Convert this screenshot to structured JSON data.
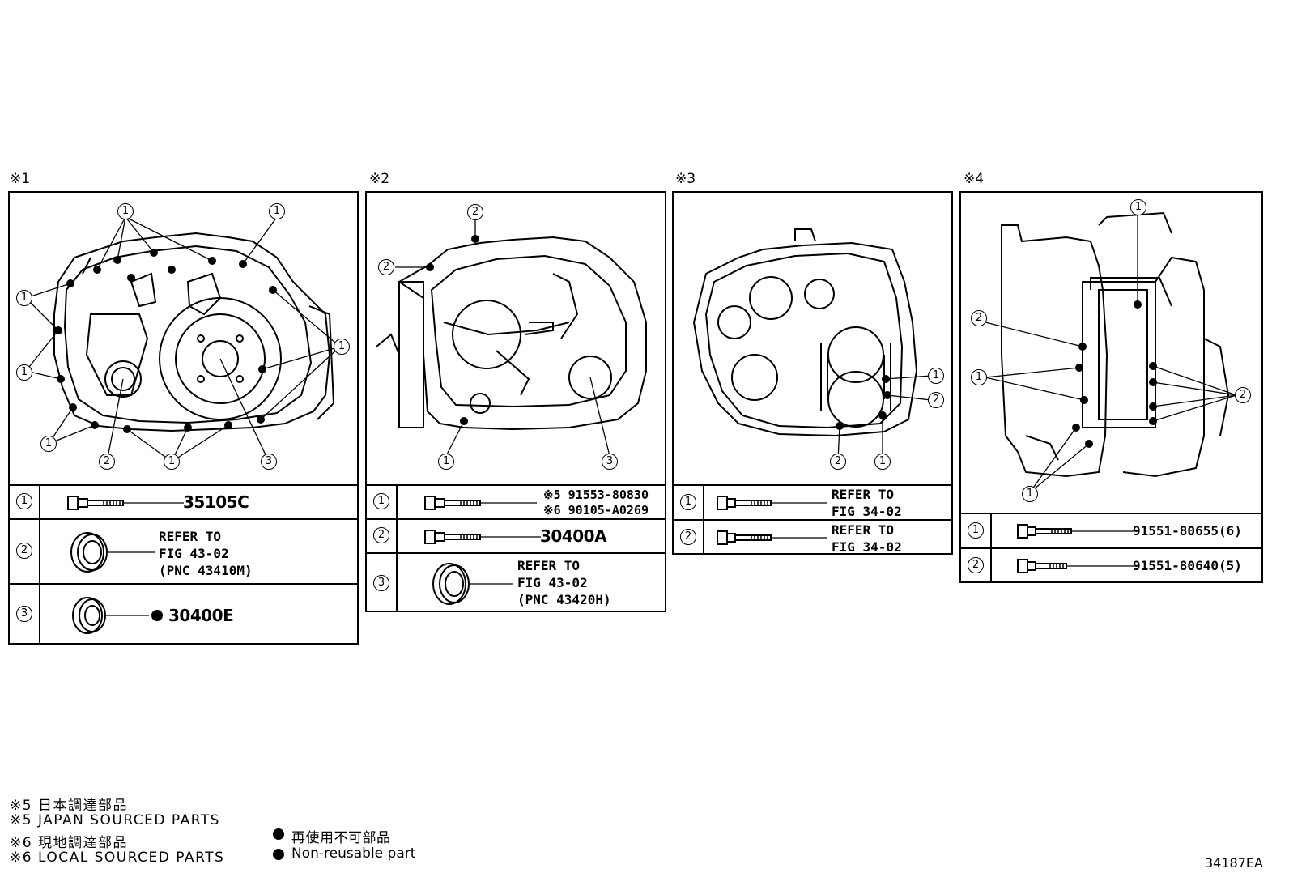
{
  "panels": [
    {
      "label": "※1"
    },
    {
      "label": "※2"
    },
    {
      "label": "※3"
    },
    {
      "label": "※4"
    }
  ],
  "callout_numbers": [
    "1",
    "2",
    "3"
  ],
  "panel1_rows": [
    {
      "num": "1",
      "part": "35105C"
    },
    {
      "num": "2",
      "part": "REFER TO\nFIG 43-02\n(PNC 43410M)"
    },
    {
      "num": "3",
      "part": "30400E"
    }
  ],
  "panel2_rows": [
    {
      "num": "1",
      "part_a": "※5 91553-80830",
      "part_b": "※6 90105-A0269"
    },
    {
      "num": "2",
      "part": "30400A"
    },
    {
      "num": "3",
      "part": "REFER TO\nFIG 43-02\n(PNC 43420H)"
    }
  ],
  "panel3_rows": [
    {
      "num": "1",
      "part": "REFER TO\nFIG 34-02"
    },
    {
      "num": "2",
      "part": "REFER TO\nFIG 34-02"
    }
  ],
  "panel4_rows": [
    {
      "num": "1",
      "part": "91551-80655(6)"
    },
    {
      "num": "2",
      "part": "91551-80640(5)"
    }
  ],
  "notes": {
    "n5_jp": "※5 日本調達部品",
    "n5_en": "※5 JAPAN SOURCED PARTS",
    "n6_jp": "※6 現地調達部品",
    "n6_en": "※6 LOCAL SOURCED PARTS",
    "nonreuse_jp": "再使用不可部品",
    "nonreuse_en": "Non-reusable part"
  },
  "figure_code": "34187EA"
}
